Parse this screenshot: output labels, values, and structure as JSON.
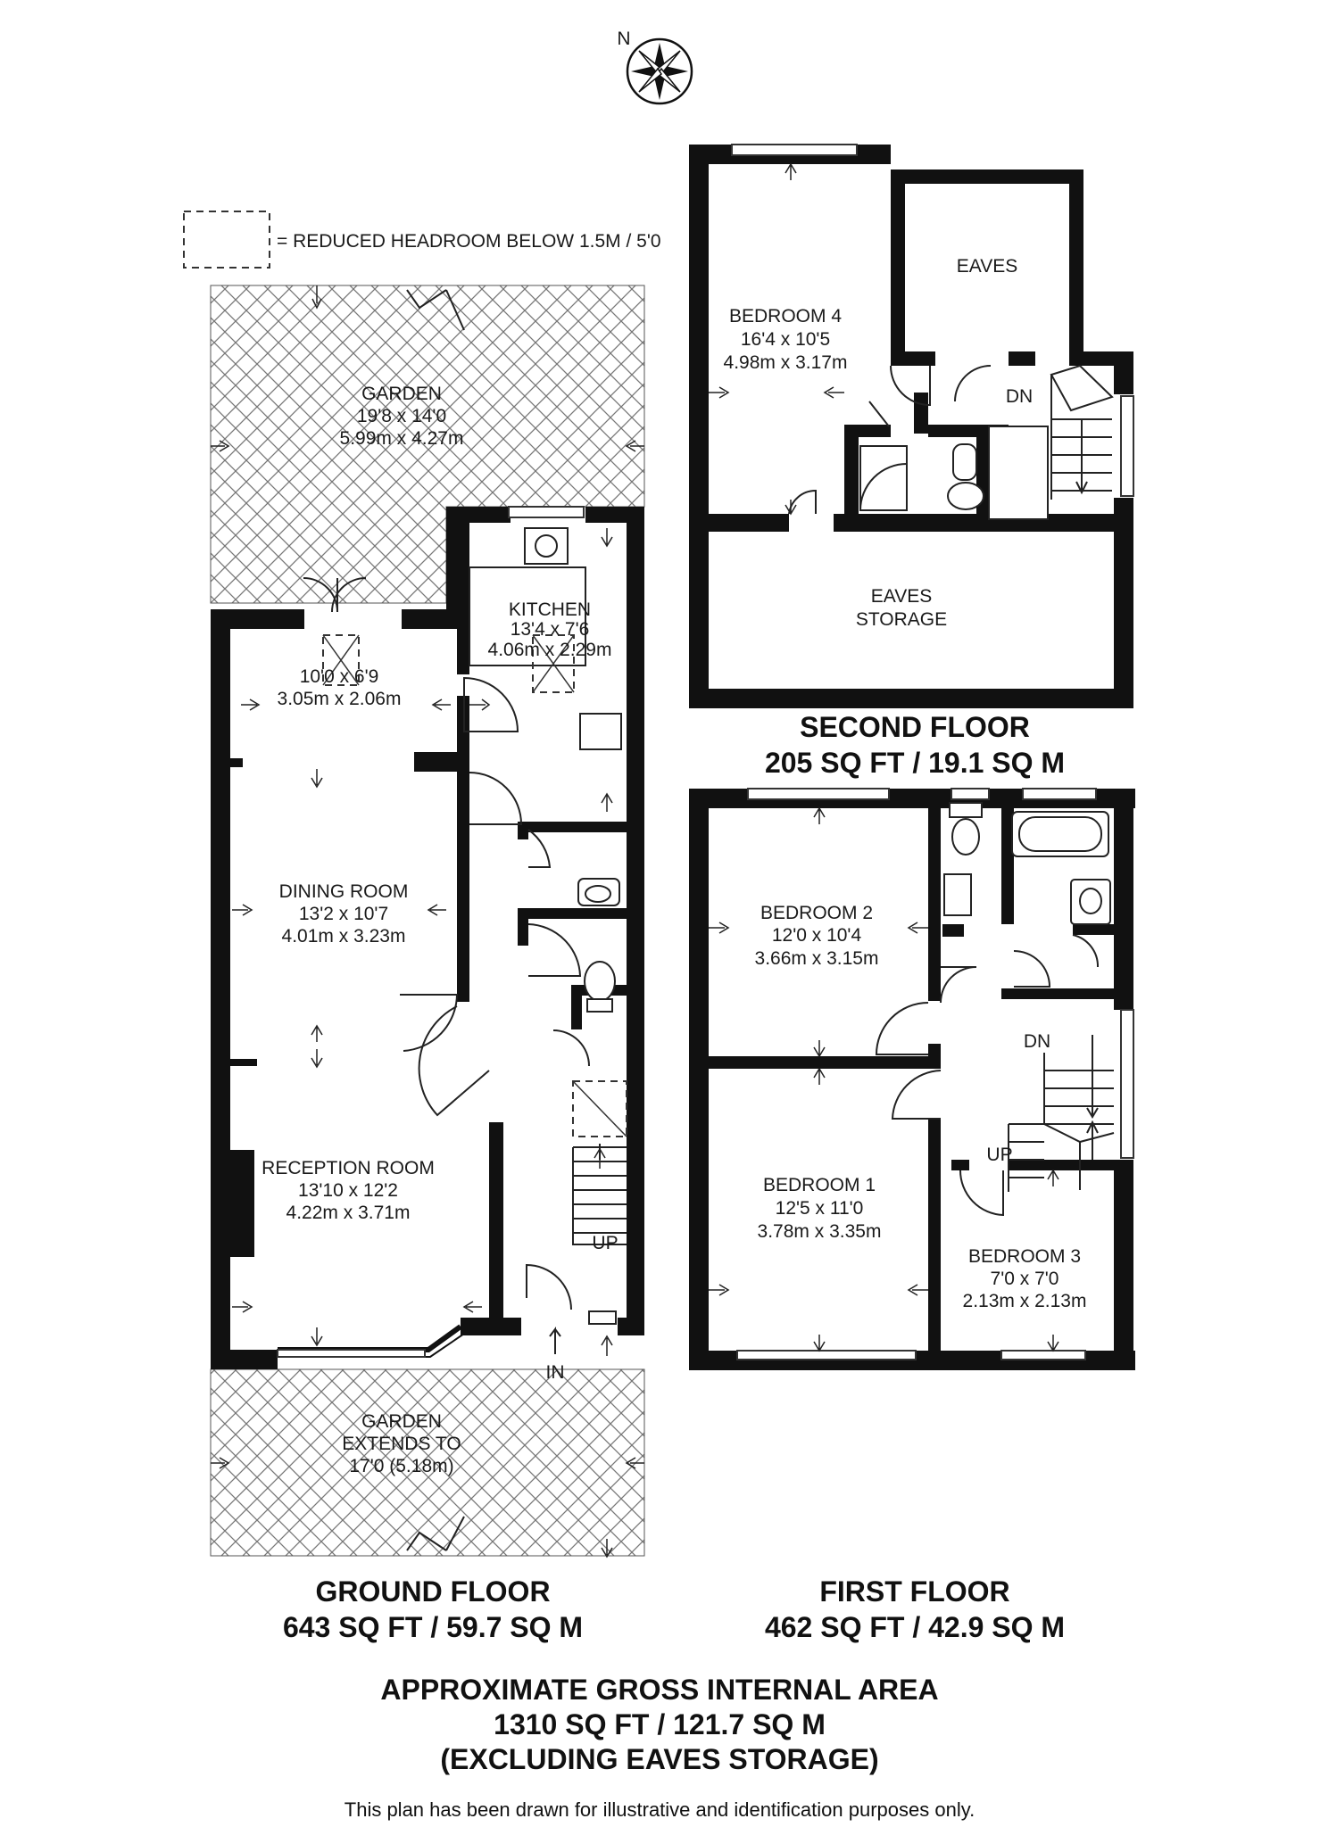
{
  "compass": {
    "north_label": "N"
  },
  "legend": {
    "text": "= REDUCED HEADROOM BELOW 1.5M / 5'0"
  },
  "ground_floor": {
    "garden_rear": {
      "name": "GARDEN",
      "imperial": "19'8 x 14'0",
      "metric": "5.99m x 4.27m"
    },
    "kitchen": {
      "name": "KITCHEN",
      "imperial": "13'4 x 7'6",
      "metric": "4.06m x 2.29m"
    },
    "conservatory": {
      "imperial": "10'0 x 6'9",
      "metric": "3.05m x 2.06m"
    },
    "dining_room": {
      "name": "DINING ROOM",
      "imperial": "13'2 x 10'7",
      "metric": "4.01m x 3.23m"
    },
    "reception_room": {
      "name": "RECEPTION ROOM",
      "imperial": "13'10 x 12'2",
      "metric": "4.22m x 3.71m"
    },
    "stairs_label": "UP",
    "entrance_label": "IN",
    "garden_front": {
      "line1": "GARDEN",
      "line2": "EXTENDS TO",
      "line3": "17'0 (5.18m)"
    },
    "title": "GROUND FLOOR",
    "area": "643 SQ FT / 59.7 SQ M"
  },
  "first_floor": {
    "bedroom_2": {
      "name": "BEDROOM 2",
      "imperial": "12'0 x 10'4",
      "metric": "3.66m x 3.15m"
    },
    "bedroom_1": {
      "name": "BEDROOM 1",
      "imperial": "12'5 x 11'0",
      "metric": "3.78m x 3.35m"
    },
    "bedroom_3": {
      "name": "BEDROOM 3",
      "imperial": "7'0 x 7'0",
      "metric": "2.13m x 2.13m"
    },
    "stairs_down": "DN",
    "stairs_up": "UP",
    "title": "FIRST FLOOR",
    "area": "462 SQ FT / 42.9 SQ M"
  },
  "second_floor": {
    "bedroom_4": {
      "name": "BEDROOM 4",
      "imperial": "16'4 x 10'5",
      "metric": "4.98m x 3.17m"
    },
    "eaves": "EAVES",
    "eaves_storage": {
      "line1": "EAVES",
      "line2": "STORAGE"
    },
    "stairs_down": "DN",
    "title": "SECOND FLOOR",
    "area": "205 SQ FT / 19.1 SQ M"
  },
  "totals": {
    "line1": "APPROXIMATE GROSS INTERNAL AREA",
    "line2": "1310 SQ FT / 121.7 SQ M",
    "line3": "(EXCLUDING EAVES STORAGE)"
  },
  "disclaimer": "This plan has been drawn for illustrative and identification purposes only."
}
